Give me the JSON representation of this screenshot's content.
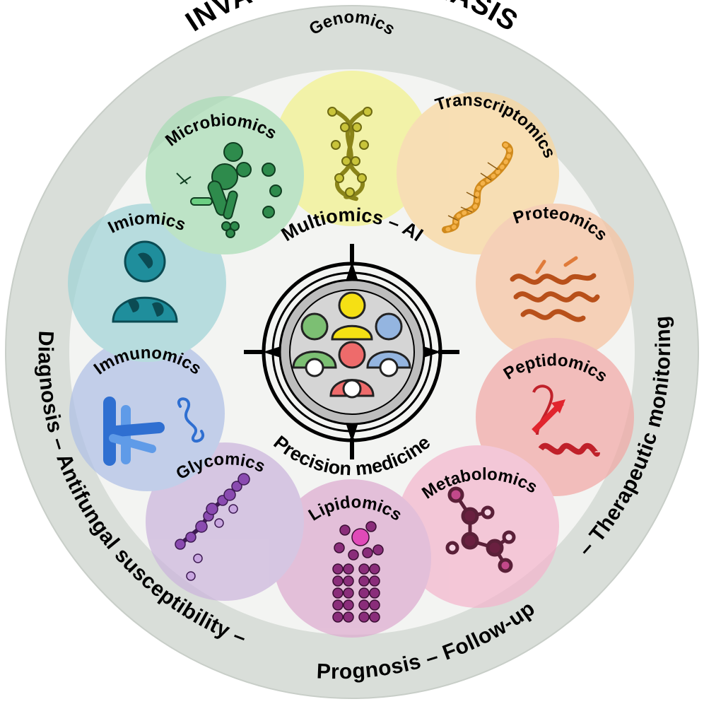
{
  "title": "INVASIVE CANDIDIASIS",
  "outer_ring_text": {
    "left": "Diagnosis – Antifungal susceptibility –",
    "bottom": "Prognosis – Follow-up",
    "right": "– Therapeutic monitoring"
  },
  "center": {
    "top_label": "Multiomics – AI",
    "bottom_label": "Precision medicine"
  },
  "omics": [
    {
      "id": "genomics",
      "label": "Genomics",
      "icon": "dna-double-helix-icon",
      "color": "#f2f28a"
    },
    {
      "id": "transcriptomics",
      "label": "Transcriptomics",
      "icon": "rna-strand-icon",
      "color": "#f9d59a"
    },
    {
      "id": "proteomics",
      "label": "Proteomics",
      "icon": "protein-structure-icon",
      "color": "#f7c29f"
    },
    {
      "id": "peptidomics",
      "label": "Peptidomics",
      "icon": "peptide-helix-icon",
      "color": "#f2a7a4"
    },
    {
      "id": "metabolomics",
      "label": "Metabolomics",
      "icon": "metabolite-molecule-icon",
      "color": "#f3b4cc"
    },
    {
      "id": "lipidomics",
      "label": "Lipidomics",
      "icon": "lipid-bilayer-icon",
      "color": "#dda9cf"
    },
    {
      "id": "glycomics",
      "label": "Glycomics",
      "icon": "glycan-molecule-icon",
      "color": "#cbb3dc"
    },
    {
      "id": "immunomics",
      "label": "Immunomics",
      "icon": "antibody-icon",
      "color": "#aebfe6"
    },
    {
      "id": "imiomics",
      "label": "Imiomics",
      "icon": "patient-scan-icon",
      "color": "#9ed3d6"
    },
    {
      "id": "microbiomics",
      "label": "Microbiomics",
      "icon": "microbes-icon",
      "color": "#a7dcb4"
    }
  ]
}
